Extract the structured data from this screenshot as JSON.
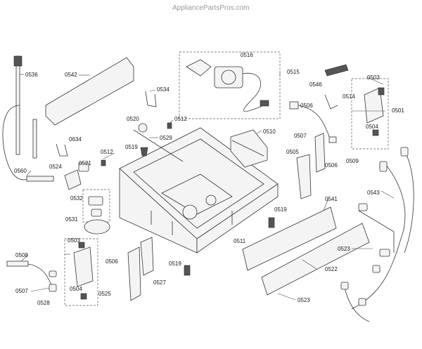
{
  "watermark": "AppliancePartsPros.com",
  "labels": [
    "0536",
    "0542",
    "0534",
    "0516",
    "0515",
    "0503",
    "0546",
    "0514",
    "0506",
    "0501",
    "0504",
    "0520",
    "0512",
    "0529",
    "0519",
    "0510",
    "0507",
    "0634",
    "0521",
    "0524",
    "0512",
    "0505",
    "0509",
    "0506",
    "0560",
    "0543",
    "0532",
    "0531",
    "0541",
    "0519",
    "0503",
    "0511",
    "0523",
    "0508",
    "0506",
    "0519",
    "0522",
    "0507",
    "0504",
    "0525",
    "0527",
    "0528",
    "0523"
  ],
  "colors": {
    "line": "#333333",
    "label": "#1a1a1a",
    "watermark": "#9a9a9a"
  }
}
